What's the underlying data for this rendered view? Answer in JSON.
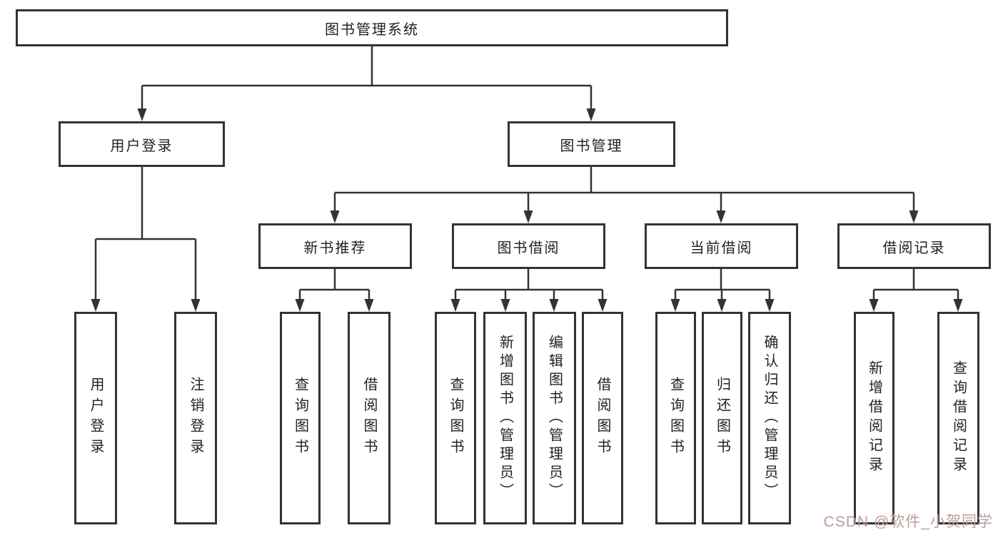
{
  "nodes": {
    "root": "图书管理系统",
    "user_login": "用户登录",
    "book_mgmt": "图书管理",
    "new_book": "新书推荐",
    "book_borrow": "图书借阅",
    "current_borrow": "当前借阅",
    "borrow_record": "借阅记录"
  },
  "leaves": {
    "user_login": [
      "用户登录",
      "注销登录"
    ],
    "new_book": [
      "查询图书",
      "借阅图书"
    ],
    "book_borrow": [
      "查询图书",
      "新增图书（管理员）",
      "编辑图书（管理员）",
      "借阅图书"
    ],
    "current_borrow": [
      "查询图书",
      "归还图书",
      "确认归还（管理员）"
    ],
    "borrow_record": [
      "新增借阅记录",
      "查询借阅记录"
    ]
  },
  "watermark": {
    "text": "CSDN @软件_小贺同学",
    "color": "#bc9c9c"
  },
  "colors": {
    "line": "#333333",
    "box_border": "#333333",
    "text": "#222222",
    "background": "#ffffff"
  }
}
